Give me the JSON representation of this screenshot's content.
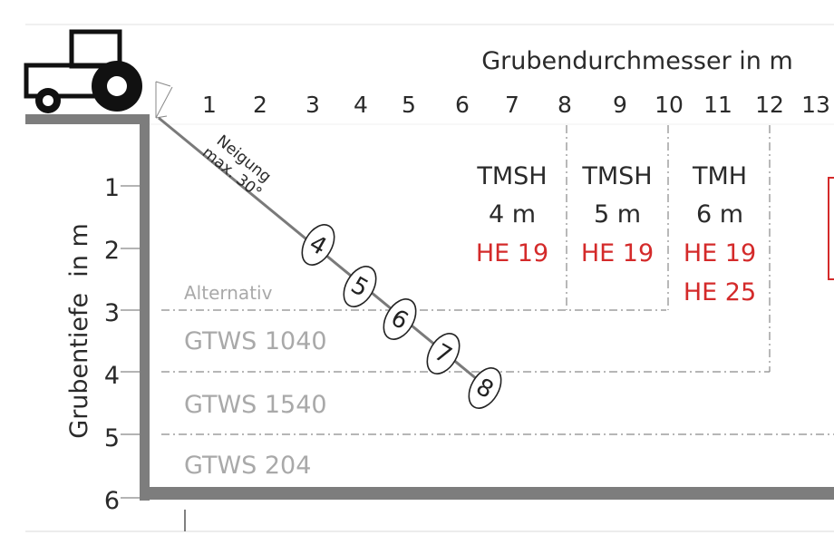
{
  "x_axis": {
    "title": "Grubendurchmesser in m",
    "ticks": [
      "1",
      "2",
      "3",
      "4",
      "5",
      "6",
      "7",
      "8",
      "9",
      "10",
      "11",
      "12",
      "13"
    ]
  },
  "y_axis": {
    "title": "Grubentiefe  in m",
    "ticks": [
      "1",
      "2",
      "3",
      "4",
      "5",
      "6"
    ]
  },
  "slope": {
    "line1": "Neigung",
    "line2": "max. 30°",
    "markers": [
      "4",
      "5",
      "6",
      "7",
      "8"
    ]
  },
  "zones": [
    {
      "name": "TMSH",
      "size": "4 m",
      "ratings": [
        "HE 19"
      ]
    },
    {
      "name": "TMSH",
      "size": "5 m",
      "ratings": [
        "HE 19"
      ]
    },
    {
      "name": "TMH",
      "size": "6 m",
      "ratings": [
        "HE 19",
        "HE 25"
      ]
    }
  ],
  "alternatives": {
    "label": "Alternativ",
    "rows": [
      "GTWS 1040",
      "GTWS 1540",
      "GTWS 204"
    ]
  },
  "colors": {
    "frame": "#7d7d7d",
    "text": "#2a2a2a",
    "highlight": "#d42a2a",
    "muted": "#a9a9a9",
    "icon": "tractor-icon"
  }
}
